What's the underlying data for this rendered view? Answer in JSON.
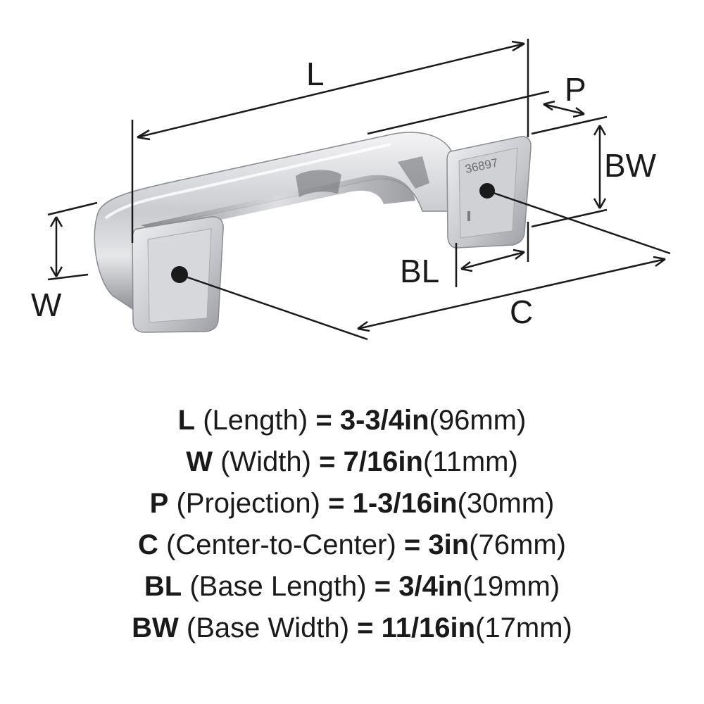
{
  "dimension_labels": {
    "L": "L",
    "P": "P",
    "BW": "BW",
    "W": "W",
    "BL": "BL",
    "C": "C"
  },
  "part_number": "36897",
  "specs": [
    {
      "code": "L",
      "name": "(Length)",
      "eq": "=",
      "inch": "3-3/4in",
      "mm": "(96mm)"
    },
    {
      "code": "W",
      "name": "(Width)",
      "eq": "=",
      "inch": "7/16in",
      "mm": "(11mm)"
    },
    {
      "code": "P",
      "name": "(Projection)",
      "eq": "=",
      "inch": "1-3/16in",
      "mm": "(30mm)"
    },
    {
      "code": "C",
      "name": "(Center-to-Center)",
      "eq": "=",
      "inch": "3in",
      "mm": "(76mm)"
    },
    {
      "code": "BL",
      "name": "(Base Length)",
      "eq": "=",
      "inch": "3/4in",
      "mm": "(19mm)"
    },
    {
      "code": "BW",
      "name": "(Base Width)",
      "eq": "=",
      "inch": "11/16in",
      "mm": "(17mm)"
    }
  ],
  "colors": {
    "line": "#1a1a1a",
    "metal_light": "#e8e8ea",
    "metal_mid": "#b9bbbf",
    "metal_dark": "#6f7176"
  }
}
